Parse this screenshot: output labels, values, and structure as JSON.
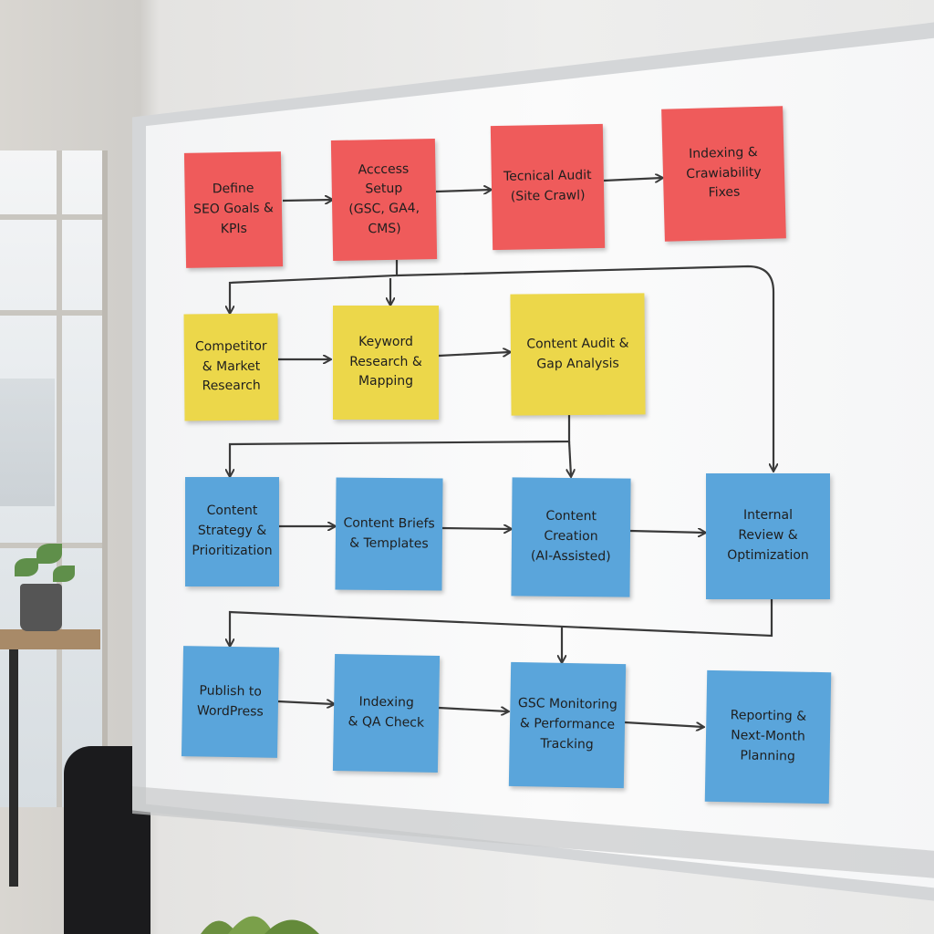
{
  "notes": {
    "define_seo_goals": "Define\nSEO Goals &\nKPIs",
    "access_setup": "Acccess Setup\n(GSC, GA4,\nCMS)",
    "technical_audit": "Tecnical Audit\n(Site Crawl)",
    "indexing_crawlability": "Indexing &\nCrawiability\nFixes",
    "competitor_research": "Competitor\n& Market\nResearch",
    "keyword_research": "Keyword\nResearch &\nMapping",
    "content_audit": "Content Audit &\nGap Analysis",
    "content_strategy": "Content\nStrategy &\nPrioritization",
    "content_briefs": "Content Briefs\n& Templates",
    "content_creation": "Content\nCreation\n(AI-Assisted)",
    "internal_review": "Internal\nReview &\nOptimization",
    "publish_wordpress": "Publish to\nWordPress",
    "indexing_qa": "Indexing\n& QA Check",
    "gsc_monitoring": "GSC Monitoring\n& Performance\nTracking",
    "reporting_planning": "Reporting &\nNext-Month\nPlanning"
  },
  "colors": {
    "red_note": "#ef5b5b",
    "yellow_note": "#ecd74a",
    "blue_note": "#5aa5db",
    "arrow": "#3a3a3a"
  }
}
